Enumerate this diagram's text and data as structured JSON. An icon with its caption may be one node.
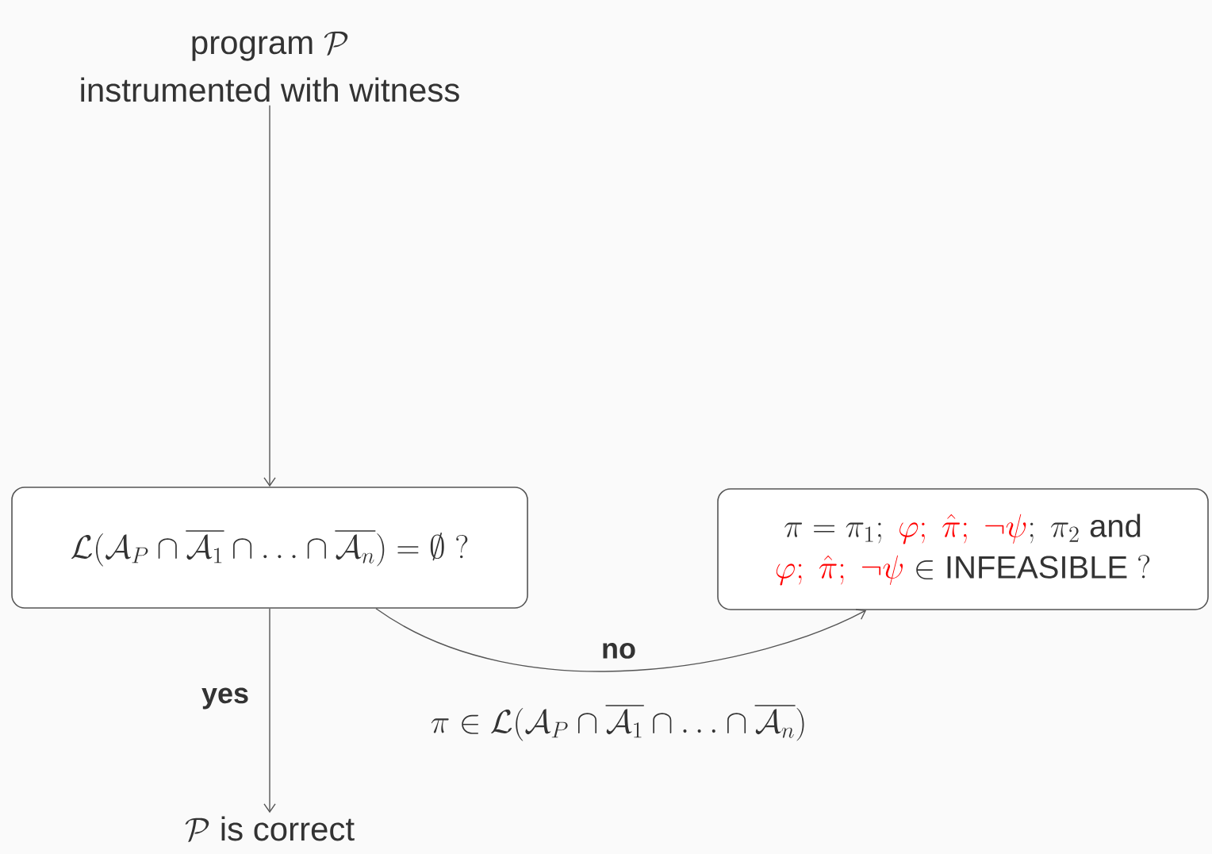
{
  "diagram": {
    "nodes": [
      {
        "text": [
          "\\text{program }\\mathcal{P}",
          "instrumented with witness"
        ]
      },
      {
        "text": [
          "\\mathcal{L}(\\mathcal{A}_P \\cap \\overline{\\mathcal{A}_1} \\cap \\ldots \\cap \\overline{\\mathcal{A}_n}) = \\emptyset\\ ?"
        ]
      },
      {
        "text": [
          "\\pi = \\pi_1;\\ \\textcolor{red}{\\varphi;\\ \\hat{\\pi};\\ \\neg\\psi};\\ \\pi_2\\ \\text{and}",
          "\\textcolor{red}{\\varphi;\\ \\hat{\\pi};\\ \\neg\\psi} \\in \\mathrm{INFEASIBLE}\\ ?"
        ]
      },
      {
        "text": [
          "\\mathcal{P}\\text{ is correct}"
        ]
      }
    ],
    "edges": [
      {
        "from": 0,
        "to": 1,
        "arrow": "to"
      },
      {
        "from": 1,
        "to": 3,
        "arrow": "to",
        "label": "yes"
      },
      {
        "from": 1,
        "to": 2,
        "arrow": "to",
        "label": "no"
      }
    ],
    "labels": [
      "\\pi \\in \\mathcal{L}(\\mathcal{A}_P \\cap \\overline{\\mathcal{A}_1} \\cap \\ldots \\cap \\overline{\\mathcal{A}_n})"
    ]
  }
}
